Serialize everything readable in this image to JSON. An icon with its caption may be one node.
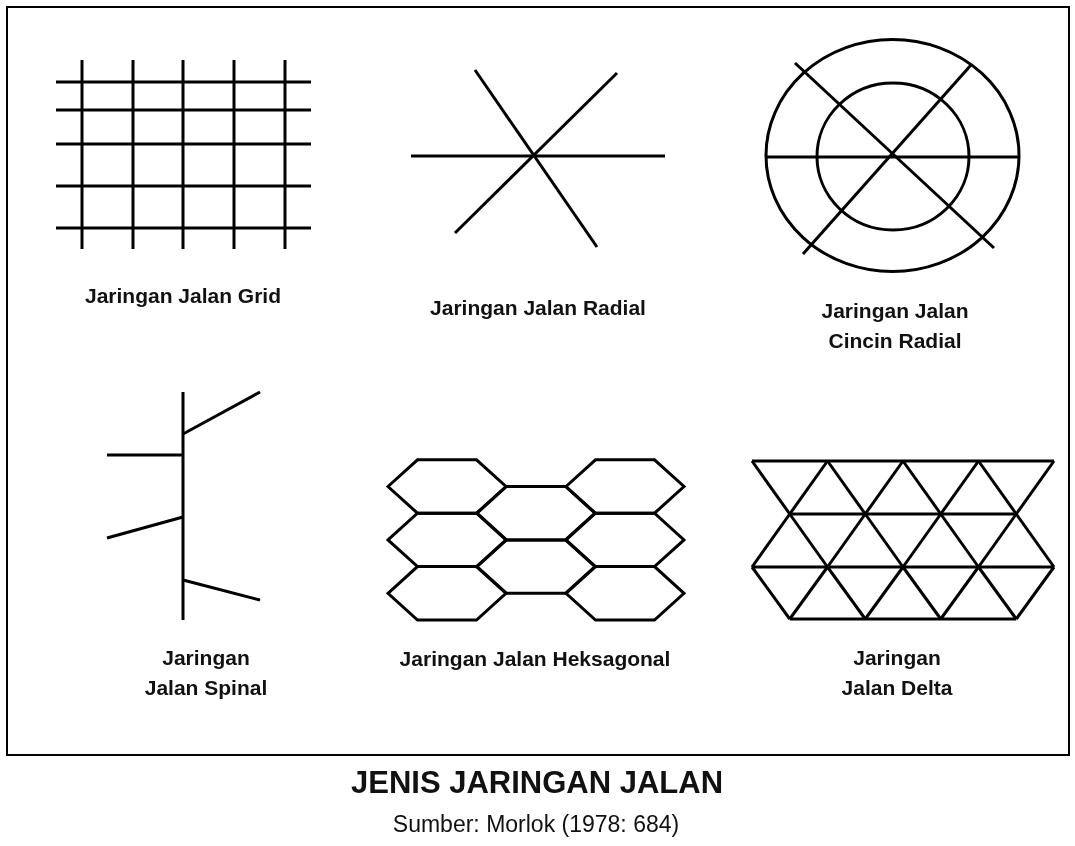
{
  "diagram": {
    "title": "JENIS JARINGAN JALAN",
    "caption": "Sumber: Morlok (1978: 684)",
    "labels": [
      "Jaringan Jalan Grid",
      "Jaringan Jalan Radial",
      "Jaringan Jalan Cincin Radial",
      "Jaringan Jalan Spinal",
      "Jaringan Jalan Heksagonal",
      "Jaringan Jalan Delta"
    ]
  }
}
